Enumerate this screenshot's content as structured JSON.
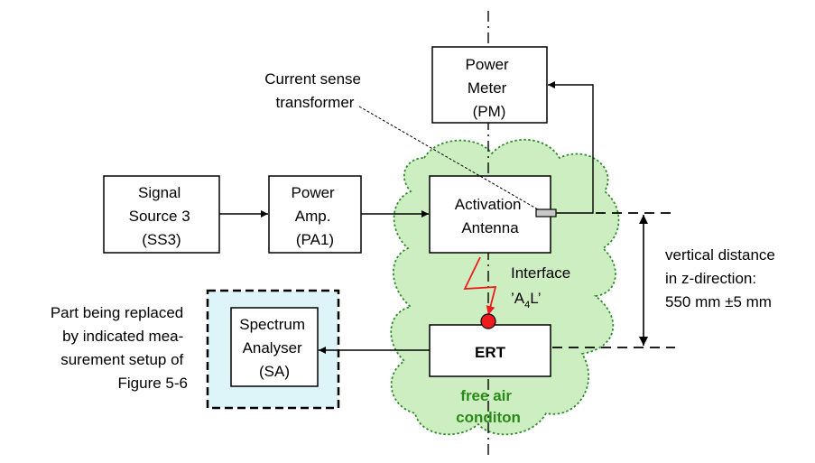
{
  "blocks": {
    "power_meter": {
      "lines": [
        "Power",
        "Meter",
        "(PM)"
      ]
    },
    "signal_source": {
      "lines": [
        "Signal",
        "Source 3",
        "(SS3)"
      ]
    },
    "power_amp": {
      "lines": [
        "Power",
        "Amp.",
        "(PA1)"
      ]
    },
    "activation_antenna": {
      "lines": [
        "Activation",
        "Antenna"
      ]
    },
    "ert": {
      "label": "ERT"
    },
    "spectrum_analyser": {
      "lines": [
        "Spectrum",
        "Analyser",
        "(SA)"
      ]
    }
  },
  "annotations": {
    "current_sense": [
      "Current sense",
      "transformer"
    ],
    "interface_label": "Interface",
    "interface_code": {
      "prefix": "’A",
      "sub": "4",
      "suffix": "L’"
    },
    "vertical_distance": [
      "vertical distance",
      "in z-direction:",
      "550 mm ±5 mm"
    ],
    "part_replaced": [
      "Part being replaced",
      "by indicated mea-",
      "surement setup of",
      "Figure 5-6"
    ],
    "free_air": [
      "free air",
      "conditon"
    ]
  },
  "colors": {
    "cloud_fill": "#cdeec0",
    "cloud_stroke": "#2e8b2e",
    "free_air_text": "#2a8a1a",
    "sa_region_fill": "#ddf4f8",
    "signal_red": "#ee1c1c"
  }
}
